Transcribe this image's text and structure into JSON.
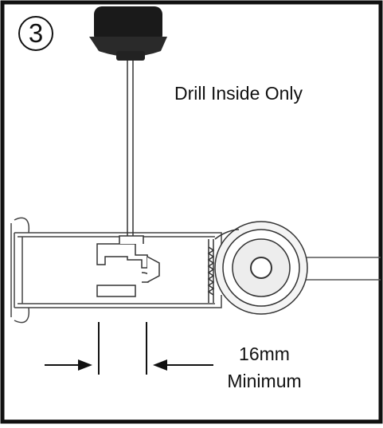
{
  "step": {
    "number": "3"
  },
  "captions": {
    "drill": "Drill Inside Only",
    "dimension_value": "16mm",
    "dimension_qualifier": "Minimum"
  }
}
